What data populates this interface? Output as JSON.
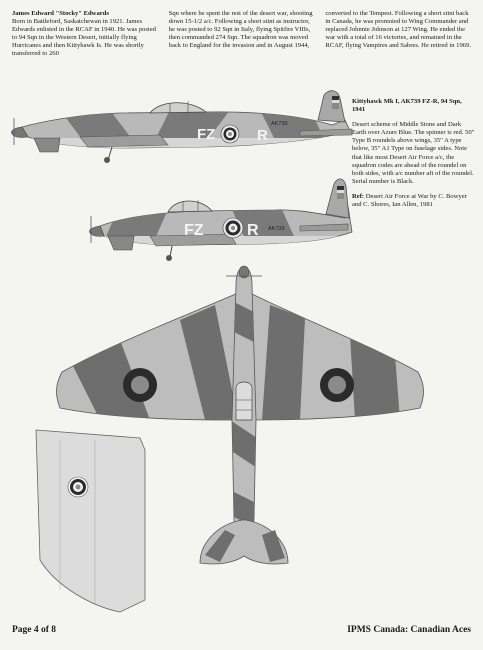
{
  "intro": {
    "name": "James Edward \"Stocky\" Edwards",
    "col1_body": "Born in Battleford, Saskatchewan in 1921. James Edwards enlisted in the RCAF in 1940. He was posted to 94 Sqn in the Western Desert, initially flying Hurricanes and then Kittyhawk Is. He was shortly transferred to 260",
    "col2": "Sqn where he spent the rest of the desert war, shooting down 15-1/2 a/c. Following a short stint as instructor, he was posted to 92 Sqn in Italy, flying Spitfire VIIIs, then commanded 274 Sqn. The squadron was moved back to England for the invasion and in August 1944,",
    "col3": "converted to the Tempest. Following a short stint back in Canada, he was promoted to Wing Commander and replaced Johnnie Johnson at 127 Wing. He ended the war with a total of 16 victories, and remained in the RCAF, flying Vampires and Sabres. He retired in 1969."
  },
  "sidebar": {
    "title": "Kittyhawk Mk I, AK739 FZ-R, 94 Sqn, 1941",
    "description": "Desert scheme of Middle Stone and Dark Earth over Azure Blue. The spinner is red. 50\" Type B roundels above wings, 35\" A type below, 35\" A1 Type on fuselage sides. Note that like most Desert Air Force a/c, the squadron codes are ahead of the roundel on both sides, with a/c number aft of the roundel. Serial number is Black.",
    "ref_label": "Ref:",
    "ref_text": "Desert Air Force at War by C. Bowyer and C. Shores, Ian Allen, 1981"
  },
  "profiles": {
    "top": {
      "code_letters": "FZ",
      "aircraft_letter": "R",
      "serial": "AK739"
    },
    "bottom": {
      "code_letters": "FZ",
      "aircraft_letter": "R",
      "serial": "AK739"
    }
  },
  "footer": {
    "page": "Page 4 of 8",
    "publication": "IPMS Canada: Canadian Aces"
  },
  "colors": {
    "dark_earth": "#6e6e6e",
    "middle_stone": "#bdbdbd",
    "azure_blue": "#d8d8d8",
    "roundel_dark": "#2b2b2b",
    "roundel_mid": "#9a9a9a"
  }
}
